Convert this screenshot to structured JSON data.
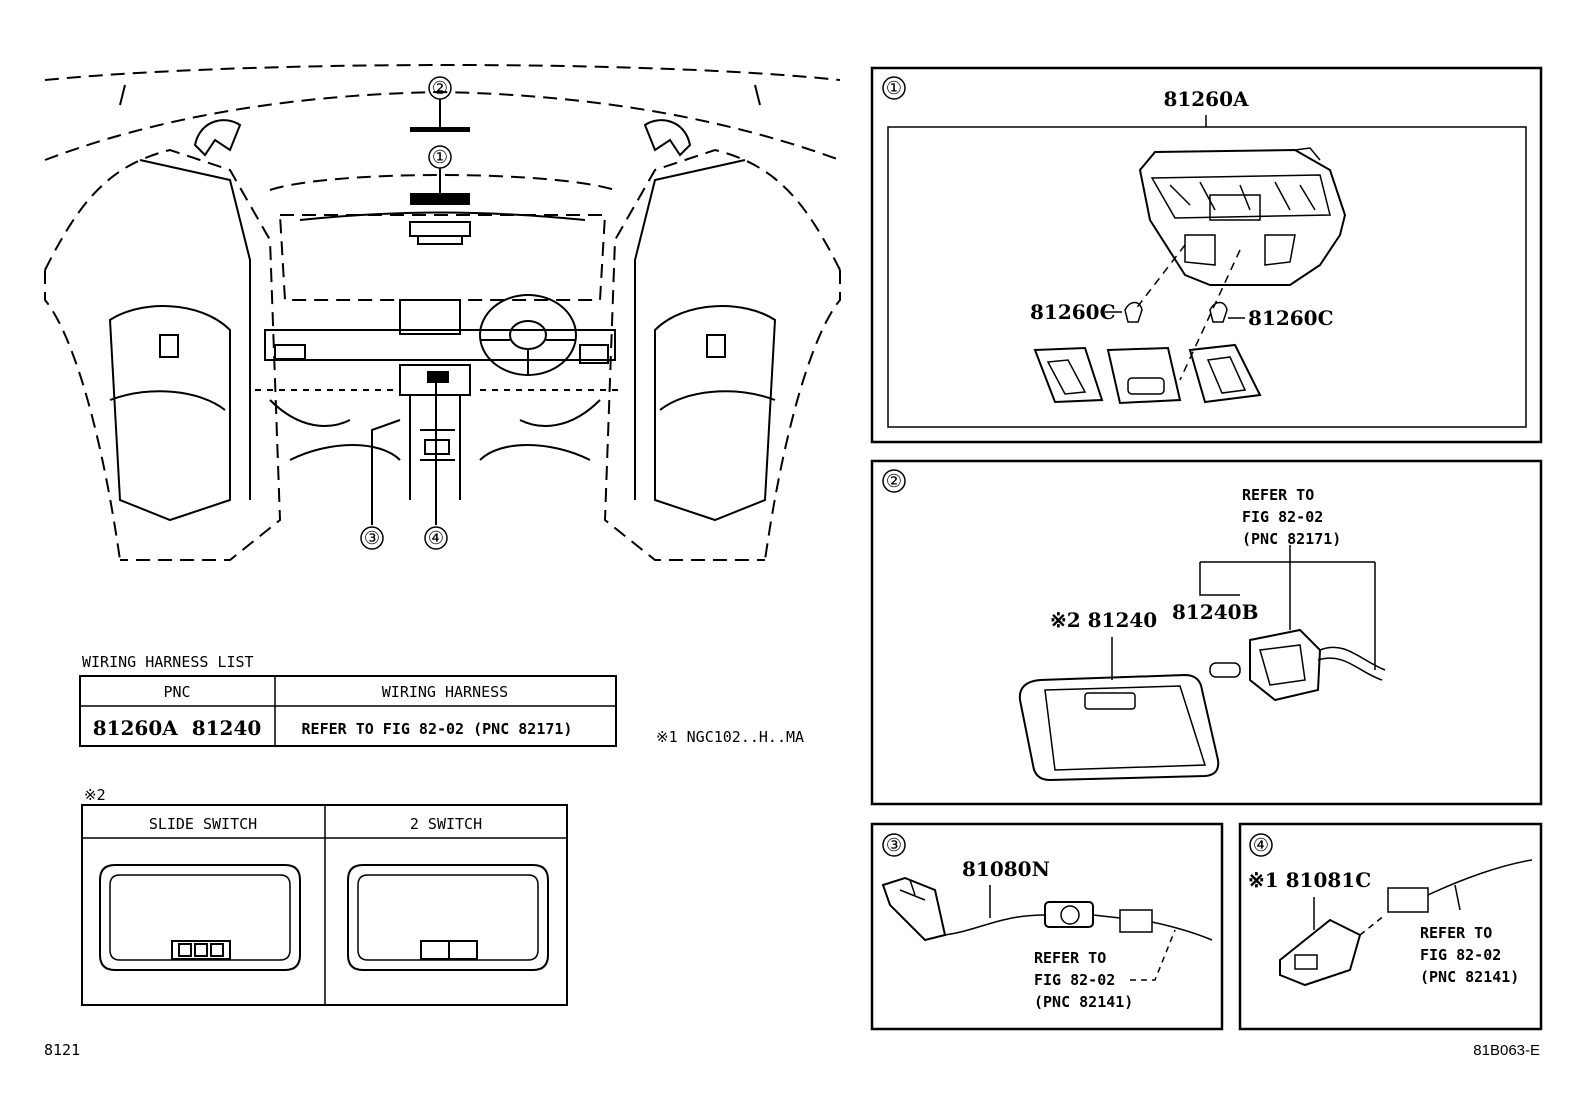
{
  "overview": {
    "callouts": [
      "①",
      "②",
      "③",
      "④"
    ]
  },
  "harness_list": {
    "title": "WIRING HARNESS LIST",
    "headers": [
      "PNC",
      "WIRING HARNESS"
    ],
    "row": {
      "pnc": "81260A  81240",
      "harness": "REFER TO FIG 82-02 (PNC 82171)"
    }
  },
  "footnote1": "※1 NGC102..H..MA",
  "variants": {
    "mark": "※2",
    "headers": [
      "SLIDE SWITCH",
      "2 SWITCH"
    ]
  },
  "panel1": {
    "num": "①",
    "part_a": "81260A",
    "part_c_left": "81260C",
    "part_c_right": "81260C"
  },
  "panel2": {
    "num": "②",
    "refer": [
      "REFER TO",
      "FIG 82-02",
      "(PNC 82171)"
    ],
    "part_b": "81240B",
    "part_main": "※2 81240"
  },
  "panel3": {
    "num": "③",
    "part": "81080N",
    "refer": [
      "REFER TO",
      "FIG 82-02",
      "(PNC 82141)"
    ]
  },
  "panel4": {
    "num": "④",
    "part": "※1 81081C",
    "refer": [
      "REFER TO",
      "FIG 82-02",
      "(PNC 82141)"
    ]
  },
  "figure_number": "8121",
  "diagram_code": "81B063-E"
}
